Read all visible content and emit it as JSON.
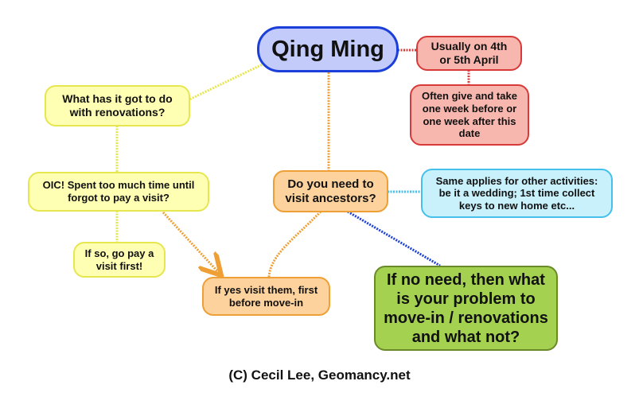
{
  "nodes": {
    "central": "Qing Ming",
    "date": "Usually on 4th or 5th April",
    "date_range": "Often give and take one week before or one week after this date",
    "renovations_question": "What has it got to do with renovations?",
    "forgot_visit": "OIC! Spent too much time until forgot to pay a visit?",
    "go_visit": "If so, go pay a visit first!",
    "visit_ancestors": "Do you need to visit ancestors?",
    "other_activities": "Same applies for other activities: be it a wedding; 1st time collect keys to new home etc...",
    "visit_first": "If yes visit them, first before move-in",
    "no_need": "If no need, then what is your problem to move-in / renovations and what not?"
  },
  "footer": "(C) Cecil Lee, Geomancy.net",
  "colors": {
    "yellow": "#ffffb4",
    "red": "#f8b7ae",
    "orange": "#fdd29c",
    "cyan": "#c9f1fb",
    "green": "#a4d150",
    "blue": "#c3cbfb"
  }
}
